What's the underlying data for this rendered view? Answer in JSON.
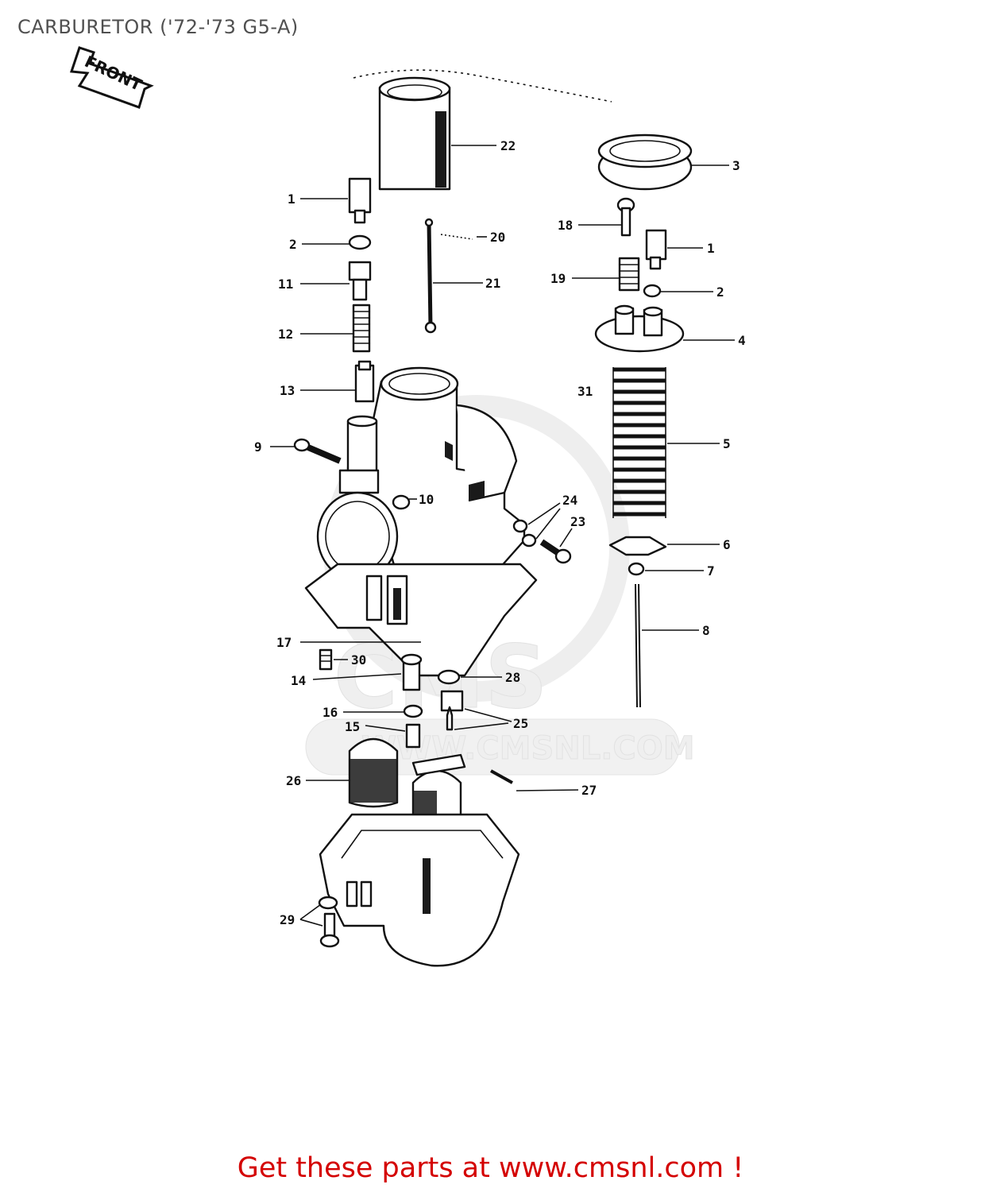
{
  "title": "CARBURETOR ('72-'73 G5-A)",
  "front_label": "FRONT",
  "watermark": {
    "logo": "CMS",
    "url": "WWW.CMSNL.COM"
  },
  "footer": "Get these parts at www.cmsnl.com !",
  "callouts": [
    "22",
    "3",
    "1",
    "18",
    "1",
    "2",
    "20",
    "21",
    "11",
    "19",
    "2",
    "12",
    "4",
    "13",
    "31",
    "9",
    "5",
    "10",
    "24",
    "23",
    "6",
    "7",
    "8",
    "17",
    "30",
    "14",
    "28",
    "16",
    "15",
    "25",
    "26",
    "27",
    "29"
  ]
}
